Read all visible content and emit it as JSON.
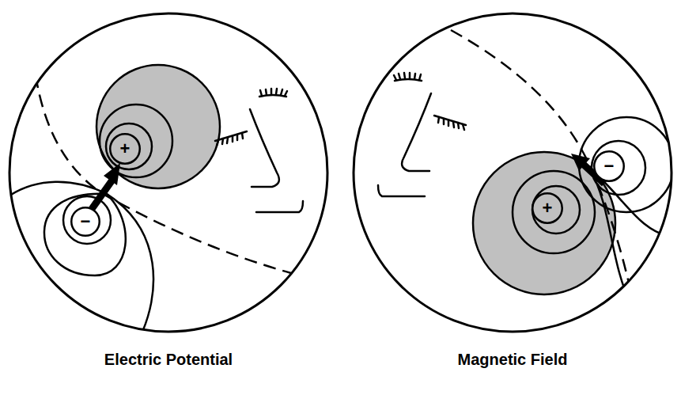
{
  "diagram": {
    "nodes": [
      {
        "text": [
          "Electric Potential"
        ]
      },
      {
        "text": [
          "+"
        ],
        "in": 0
      },
      {
        "text": [
          "−"
        ],
        "in": 0
      },
      {
        "text": [
          "Magnetic Field"
        ]
      },
      {
        "text": [
          "+"
        ],
        "in": 3
      },
      {
        "text": [
          "−"
        ],
        "in": 3
      }
    ]
  }
}
